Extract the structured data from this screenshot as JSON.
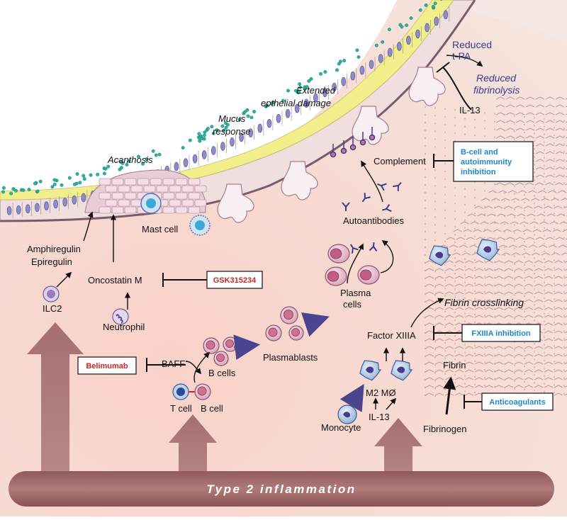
{
  "labels": {
    "acanthosis": "Acanthosis",
    "mucus_1": "Mucus",
    "mucus_2": "response",
    "epi_1": "Extended",
    "epi_2": "epthelial damage",
    "tpa_1": "Reduced",
    "tpa_2": "t-PA",
    "fibrinolysis_1": "Reduced",
    "fibrinolysis_2": "fibrinolysis",
    "il13_top": "IL-13",
    "complement": "Complement",
    "autoantibodies": "Autoantibodies",
    "mast_cell": "Mast cell",
    "amphiregulin": "Amphiregulin",
    "epiregulin": "Epiregulin",
    "oncostatin": "Oncostatin M",
    "ilc2": "ILC2",
    "neutrophil": "Neutrophil",
    "baff": "BAFF",
    "b_cells": "B cells",
    "t_cell": "T cell",
    "b_cell": "B cell",
    "plasmablasts": "Plasmablasts",
    "plasma_1": "Plasma",
    "plasma_2": "cells",
    "fibrin_crosslinking": "Fibrin crosslinking",
    "factor_xiiia": "Factor XIIIA",
    "m2": "M2 MØ",
    "il13_bottom": "IL-13",
    "monocyte": "Monocyte",
    "fibrin": "Fibrin",
    "fibrinogen": "Fibrinogen",
    "banner": "Type 2 inflammation"
  },
  "drugs": {
    "gsk": "GSK315234",
    "belimumab": "Belimumab",
    "bcell_1": "B-cell and",
    "bcell_2": "autoimmunity",
    "bcell_3": "inhibition",
    "fxiiia": "FXIIIA inhibition",
    "anticoagulants": "Anticoagulants"
  },
  "colors": {
    "background": "#f7d9d0",
    "epithelium": "#f4e4e0",
    "mucus": "#f2ec8a",
    "bacteria": "#2ab5a3",
    "big_arrow": "#9b6a6a",
    "red_drug": "#c62828",
    "blue_drug": "#1e88c8",
    "title_blue": "#3a3a8c"
  }
}
